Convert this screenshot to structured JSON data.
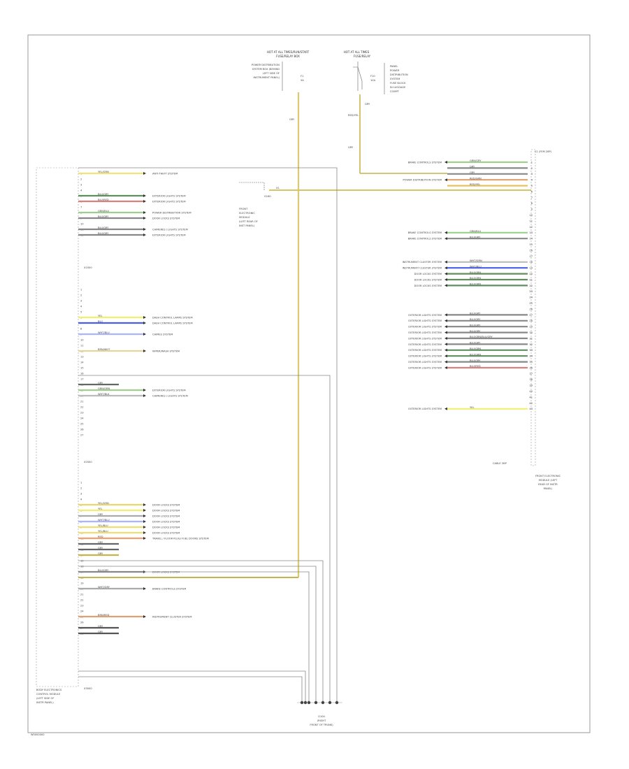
{
  "footer_code": "W0000000",
  "left_module": {
    "label_lines": [
      "BODY ELECTRONICS",
      "CONTROL MODULE",
      "(LEFT SIDE OF",
      "INSTR PANEL)"
    ],
    "groups": [
      {
        "name": "X1",
        "label": "X1000",
        "pins": [
          {
            "pin": "1",
            "wire": "YEL/GRN",
            "dest": "ANTI-THEFT SYSTEM",
            "color": "#f3e27a"
          },
          {
            "pin": "2"
          },
          {
            "pin": "3"
          },
          {
            "pin": "4"
          },
          {
            "pin": "5",
            "wire": "BLU/GRY",
            "dest": "EXTERIOR LIGHTS SYSTEM",
            "color": "#5f8f5f"
          },
          {
            "pin": "6",
            "wire": "BLU/RED",
            "dest": "EXTERIOR LIGHTS SYSTEM",
            "color": "#d98080"
          },
          {
            "pin": "7"
          },
          {
            "pin": "8",
            "wire": "GRN/BLU",
            "dest": "POWER DISTRIBUTION SYSTEM",
            "color": "#9ecf8c"
          },
          {
            "pin": "9",
            "wire": "BLU/GRY",
            "dest": "DOOR LOCKS SYSTEM",
            "color": "#888888"
          },
          {
            "pin": "10"
          },
          {
            "pin": "11",
            "wire": "BLU/GRY",
            "dest": "CHIMERES / LIGHTS SYSTEM",
            "color": "#888888"
          },
          {
            "pin": "12",
            "wire": "BLU/GRY",
            "dest": "EXTERIOR LIGHTS SYSTEM",
            "color": "#888888"
          }
        ]
      },
      {
        "name": "X2",
        "label": "X2000",
        "pins": [
          {
            "pin": "1"
          },
          {
            "pin": "2"
          },
          {
            "pin": "3"
          },
          {
            "pin": "4"
          },
          {
            "pin": "5"
          },
          {
            "pin": "6",
            "wire": "YEL",
            "dest": "DASH CONTROL LAMPS SYSTEM",
            "color": "#f2ee70"
          },
          {
            "pin": "7",
            "wire": "BLU",
            "dest": "DASH CONTROL LAMPS SYSTEM",
            "color": "#4a5ee8"
          },
          {
            "pin": "8"
          },
          {
            "pin": "9",
            "wire": "WHT/BLU",
            "dest": "CHIMES SYSTEM",
            "color": "#aab4ff"
          },
          {
            "pin": "10"
          },
          {
            "pin": "11"
          },
          {
            "pin": "12",
            "wire": "BRN/WHT",
            "dest": "WIPER/WASH SYSTEM",
            "color": "#e6d49a"
          },
          {
            "pin": "13"
          },
          {
            "pin": "14"
          },
          {
            "pin": "15"
          },
          {
            "pin": "16"
          },
          {
            "pin": "17"
          },
          {
            "pin": "18",
            "wire": "GRY",
            "dest": "",
            "color": "#666666"
          },
          {
            "pin": "19",
            "wire": "GRN/GRN",
            "dest": "EXTERIOR LIGHTS SYSTEM",
            "color": "#9ecf8c"
          },
          {
            "pin": "20",
            "wire": "WHT/BLK",
            "dest": "CHIMERES / LIGHTS SYSTEM",
            "color": "#bbbbbb"
          },
          {
            "pin": "21"
          },
          {
            "pin": "22"
          },
          {
            "pin": "23"
          },
          {
            "pin": "24"
          },
          {
            "pin": "25"
          },
          {
            "pin": "26"
          },
          {
            "pin": "27"
          }
        ]
      },
      {
        "name": "X3",
        "label": "X3000",
        "pins": [
          {
            "pin": "1"
          },
          {
            "pin": "2"
          },
          {
            "pin": "3"
          },
          {
            "pin": "4"
          },
          {
            "pin": "5",
            "wire": "YEL/GRN",
            "dest": "DOOR LOCKS SYSTEM",
            "color": "#e8d86a"
          },
          {
            "pin": "6",
            "wire": "YEL",
            "dest": "DOOR LOCKS SYSTEM",
            "color": "#f2ee70"
          },
          {
            "pin": "7",
            "wire": "GRY",
            "dest": "DOOR LOCKS SYSTEM",
            "color": "#aaaaaa"
          },
          {
            "pin": "8",
            "wire": "WHT/BLU",
            "dest": "DOOR LOCKS SYSTEM",
            "color": "#aab4ff"
          },
          {
            "pin": "9",
            "wire": "YEL/BLU",
            "dest": "DOOR LOCKS SYSTEM",
            "color": "#ece070"
          },
          {
            "pin": "10",
            "wire": "YEL/BLU",
            "dest": "DOOR LOCKS SYSTEM",
            "color": "#ece070"
          },
          {
            "pin": "11",
            "wire": "RED",
            "dest": "TRAVEL / FLOOR PLUG/ FUEL DOORS SYSTEM",
            "color": "#f2a070"
          },
          {
            "pin": "12",
            "wire": "GRY",
            "dest": "",
            "color": "#666666"
          },
          {
            "pin": "13",
            "wire": "GRY",
            "dest": "",
            "color": "#666666"
          },
          {
            "pin": "14",
            "wire": "GRY",
            "dest": "",
            "color": "#c8b24a"
          },
          {
            "pin": "15"
          },
          {
            "pin": "16"
          },
          {
            "pin": "17",
            "wire": "BLU/GRY",
            "dest": "DOOR LOCKS SYSTEM",
            "color": "#888888"
          },
          {
            "pin": "18"
          },
          {
            "pin": "19"
          },
          {
            "pin": "20",
            "wire": "WHT/GRY",
            "dest": "BRAKE CONTROLS SYSTEM",
            "color": "#aaaaaa"
          },
          {
            "pin": "21"
          },
          {
            "pin": "22"
          },
          {
            "pin": "23"
          },
          {
            "pin": "24"
          },
          {
            "pin": "25",
            "wire": "BRN/RED",
            "dest": "INSTRUMENT CLUSTER SYSTEM",
            "color": "#e0a070"
          },
          {
            "pin": "26"
          },
          {
            "pin": "27",
            "wire": "GRY",
            "dest": "",
            "color": "#555555"
          },
          {
            "pin": "28",
            "wire": "GRY",
            "dest": "",
            "color": "#555555"
          }
        ]
      }
    ],
    "bottom_label": "X3000"
  },
  "top_left_label": [
    "HOT AT ALL TIMES/RUN/START",
    "FUSE/RELAY BOX",
    "POWER DISTRIBUTION",
    "SYSTEM BOX (BEHIND",
    "LEFT SIDE OF",
    "INSTRUMENT PANEL)"
  ],
  "top_fuse": {
    "name": "F1",
    "rating": "5A"
  },
  "top_right_label": [
    "HOT AT ALL TIMES",
    "FUSE/RELAY",
    "PANEL",
    "POWER",
    "DISTRIBUTION",
    "SYSTEM",
    "FUSE BLOCK",
    "IN LUGGAGE",
    "COMPT"
  ],
  "right_fuse": {
    "name": "F10",
    "rating": "10A"
  },
  "wire_labels": {
    "top_left_feed": "GRY",
    "top_right_feed": "GRY",
    "top_right_feed2": "RED/YEL",
    "top_right_feed3": "GRY"
  },
  "middle_connector": {
    "label_lines": [
      "FRONT",
      "ELECTRONIC",
      "MODULE",
      "(LEFT REAR OF",
      "INST PANEL)"
    ],
    "terminal": "X1",
    "code": "G160"
  },
  "right_module": {
    "header": "C1 (FEM 28P)",
    "label_lines": [
      "FRONT ELECTRONIC",
      "MODULE (LEFT",
      "REAR OF INSTR",
      "PANEL)"
    ],
    "footer": "CABLE 2BP",
    "rows": [
      {
        "pin": "1",
        "wire": "GRN/GRY",
        "dest": "BRAKE CONTROLS SYSTEM",
        "color": "#9ecf8c"
      },
      {
        "pin": "2",
        "wire": "GRY",
        "dest": "",
        "color": "#888888"
      },
      {
        "pin": "3",
        "wire": "GRY",
        "dest": "",
        "color": "#888888"
      },
      {
        "pin": "4",
        "wire": "RED/GRN",
        "dest": "POWER DISTRIBUTION SYSTEM",
        "color": "#e0a070"
      },
      {
        "pin": "5",
        "wire": "RED/YEL",
        "dest": "",
        "color": "#e8c060"
      },
      {
        "pin": "6"
      },
      {
        "pin": "7"
      },
      {
        "pin": "8"
      },
      {
        "pin": "9"
      },
      {
        "pin": "10"
      },
      {
        "pin": "11"
      },
      {
        "pin": "12"
      },
      {
        "pin": "13",
        "wire": "GRN/BLU",
        "dest": "BRAKE CONTROLS SYSTEM",
        "color": "#9ecf8c"
      },
      {
        "pin": "14",
        "wire": "BLU/GRY",
        "dest": "BRAKE CONTROLS SYSTEM",
        "color": "#888888"
      },
      {
        "pin": "15"
      },
      {
        "pin": "16"
      },
      {
        "pin": "17"
      },
      {
        "pin": "18",
        "wire": "WHT/GRN",
        "dest": "INSTRUMENT CLUSTER SYSTEM",
        "color": "#bbbbbb"
      },
      {
        "pin": "19",
        "wire": "WHT/BLU",
        "dest": "INSTRUMENT CLUSTER SYSTEM",
        "color": "#4a5ee8"
      },
      {
        "pin": "20",
        "wire": "BLU/GRN",
        "dest": "DOOR LOCKS SYSTEM",
        "color": "#5f8f5f"
      },
      {
        "pin": "21",
        "wire": "BLU/GRN",
        "dest": "DOOR LOCKS SYSTEM",
        "color": "#5f8f5f"
      },
      {
        "pin": "22",
        "wire": "BLU/GRN",
        "dest": "DOOR LOCKS SYSTEM",
        "color": "#5f8f5f"
      },
      {
        "pin": "23"
      },
      {
        "pin": "24"
      },
      {
        "pin": "25"
      },
      {
        "pin": "26"
      },
      {
        "pin": "27",
        "wire": "BLU/GRY",
        "dest": "EXTERIOR LIGHTS SYSTEM",
        "color": "#888888"
      },
      {
        "pin": "28",
        "wire": "BLU/GRY",
        "dest": "EXTERIOR LIGHTS SYSTEM",
        "color": "#888888"
      },
      {
        "pin": "29",
        "wire": "BLU/GRY",
        "dest": "EXTERIOR LIGHTS SYSTEM",
        "color": "#888888"
      },
      {
        "pin": "30",
        "wire": "BLU/GRY",
        "dest": "EXTERIOR LIGHTS SYSTEM",
        "color": "#888888"
      },
      {
        "pin": "31",
        "wire": "BLU/GRN/BLU/GRY",
        "dest": "EXTERIOR LIGHTS SYSTEM",
        "color": "#888888"
      },
      {
        "pin": "32",
        "wire": "BLU/GRY",
        "dest": "EXTERIOR LIGHTS SYSTEM",
        "color": "#888888"
      },
      {
        "pin": "33",
        "wire": "BLU/GRN",
        "dest": "EXTERIOR LIGHTS SYSTEM",
        "color": "#5f8f5f"
      },
      {
        "pin": "34",
        "wire": "BLU/GRN",
        "dest": "EXTERIOR LIGHTS SYSTEM",
        "color": "#5f8f5f"
      },
      {
        "pin": "35",
        "wire": "BLU/GRY",
        "dest": "EXTERIOR LIGHTS SYSTEM",
        "color": "#888888"
      },
      {
        "pin": "36",
        "wire": "BLU/RED",
        "dest": "EXTERIOR LIGHTS SYSTEM",
        "color": "#d98080"
      },
      {
        "pin": "37"
      },
      {
        "pin": "38"
      },
      {
        "pin": "39"
      },
      {
        "pin": "40"
      },
      {
        "pin": "41"
      },
      {
        "pin": "42"
      },
      {
        "pin": "43",
        "wire": "YEL",
        "dest": "EXTERIOR LIGHTS SYSTEM",
        "color": "#f2ee70"
      }
    ]
  },
  "ground": {
    "label_lines": [
      "G104",
      "(RIGHT",
      "FRONT OF TRUNK)"
    ]
  }
}
